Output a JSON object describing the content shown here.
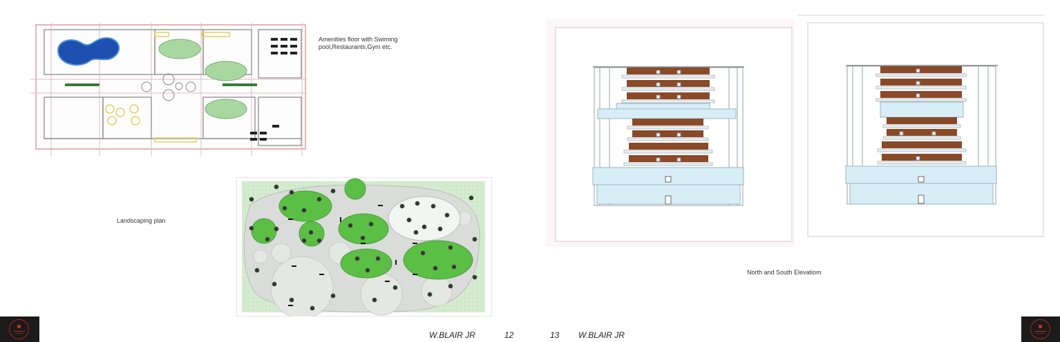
{
  "left_page": {
    "amenities_caption": "Amenities floor with Swiming pool,Restaurants,Gym etc.",
    "landscaping_caption": "Landscaping plan"
  },
  "right_page": {
    "elevation_caption": "North and South Elevatiom"
  },
  "footer": {
    "left_author": "W.BLAIR JR",
    "left_page_number": "12",
    "right_page_number": "13",
    "right_author": "W.BLAIR JR"
  },
  "colors": {
    "pool": "#1e50b0",
    "lawn": "#5cbf45",
    "grid_green": "#cde8c8",
    "wood": "#8a4a28",
    "glass": "#d8eef6",
    "logo_bg": "#1b1b1b",
    "logo_accent": "#c02a2a"
  }
}
